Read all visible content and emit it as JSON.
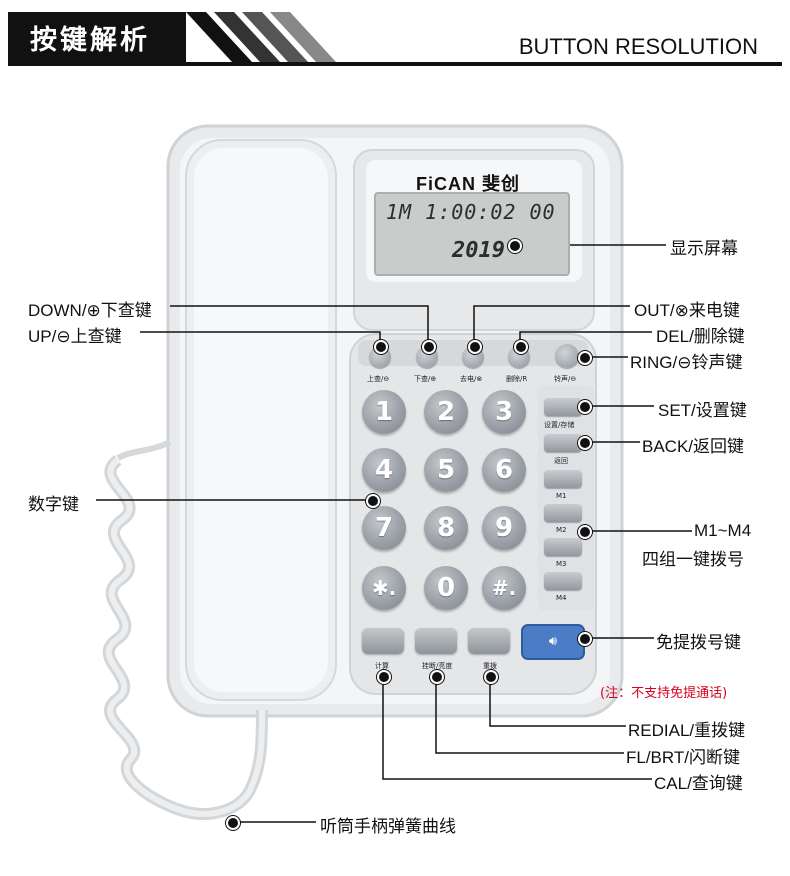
{
  "header": {
    "title_cn": "按键解析",
    "title_en": "BUTTON RESOLUTION"
  },
  "phone": {
    "brand": "FiCAN 斐创",
    "lcd_top": "1M 1:00:02 00",
    "lcd_year": "2019",
    "top_keys": [
      "上查/⊖",
      "下查/⊕",
      "去电/⊗",
      "删除/R",
      "铃声/⊖"
    ],
    "side_keys": [
      "设置/存储",
      "返回",
      "M1",
      "M2",
      "M3",
      "M4"
    ],
    "number_keys": [
      "1",
      "2",
      "3",
      "4",
      "5",
      "6",
      "7",
      "8",
      "9",
      "✱.",
      "0",
      "#."
    ],
    "func_keys": [
      "计算",
      "挂断/亮度",
      "重拨"
    ],
    "speaker_icon": "speaker-icon"
  },
  "labels": {
    "display": "显示屏幕",
    "down": "DOWN/⊕下查键",
    "up": "UP/⊖上查键",
    "out": "OUT/⊗来电键",
    "del": "DEL/删除键",
    "ring": "RING/⊖铃声键",
    "set": "SET/设置键",
    "back": "BACK/返回键",
    "numeric": "数字键",
    "mem_1": "M1~M4",
    "mem_2": "四组一键拨号",
    "handsfree": "免提拨号键",
    "note": "(注：不支持免提通话)",
    "redial": "REDIAL/重拨键",
    "flash": "FL/BRT/闪断键",
    "cal": "CAL/查询键",
    "cord": "听筒手柄弹簧曲线"
  }
}
